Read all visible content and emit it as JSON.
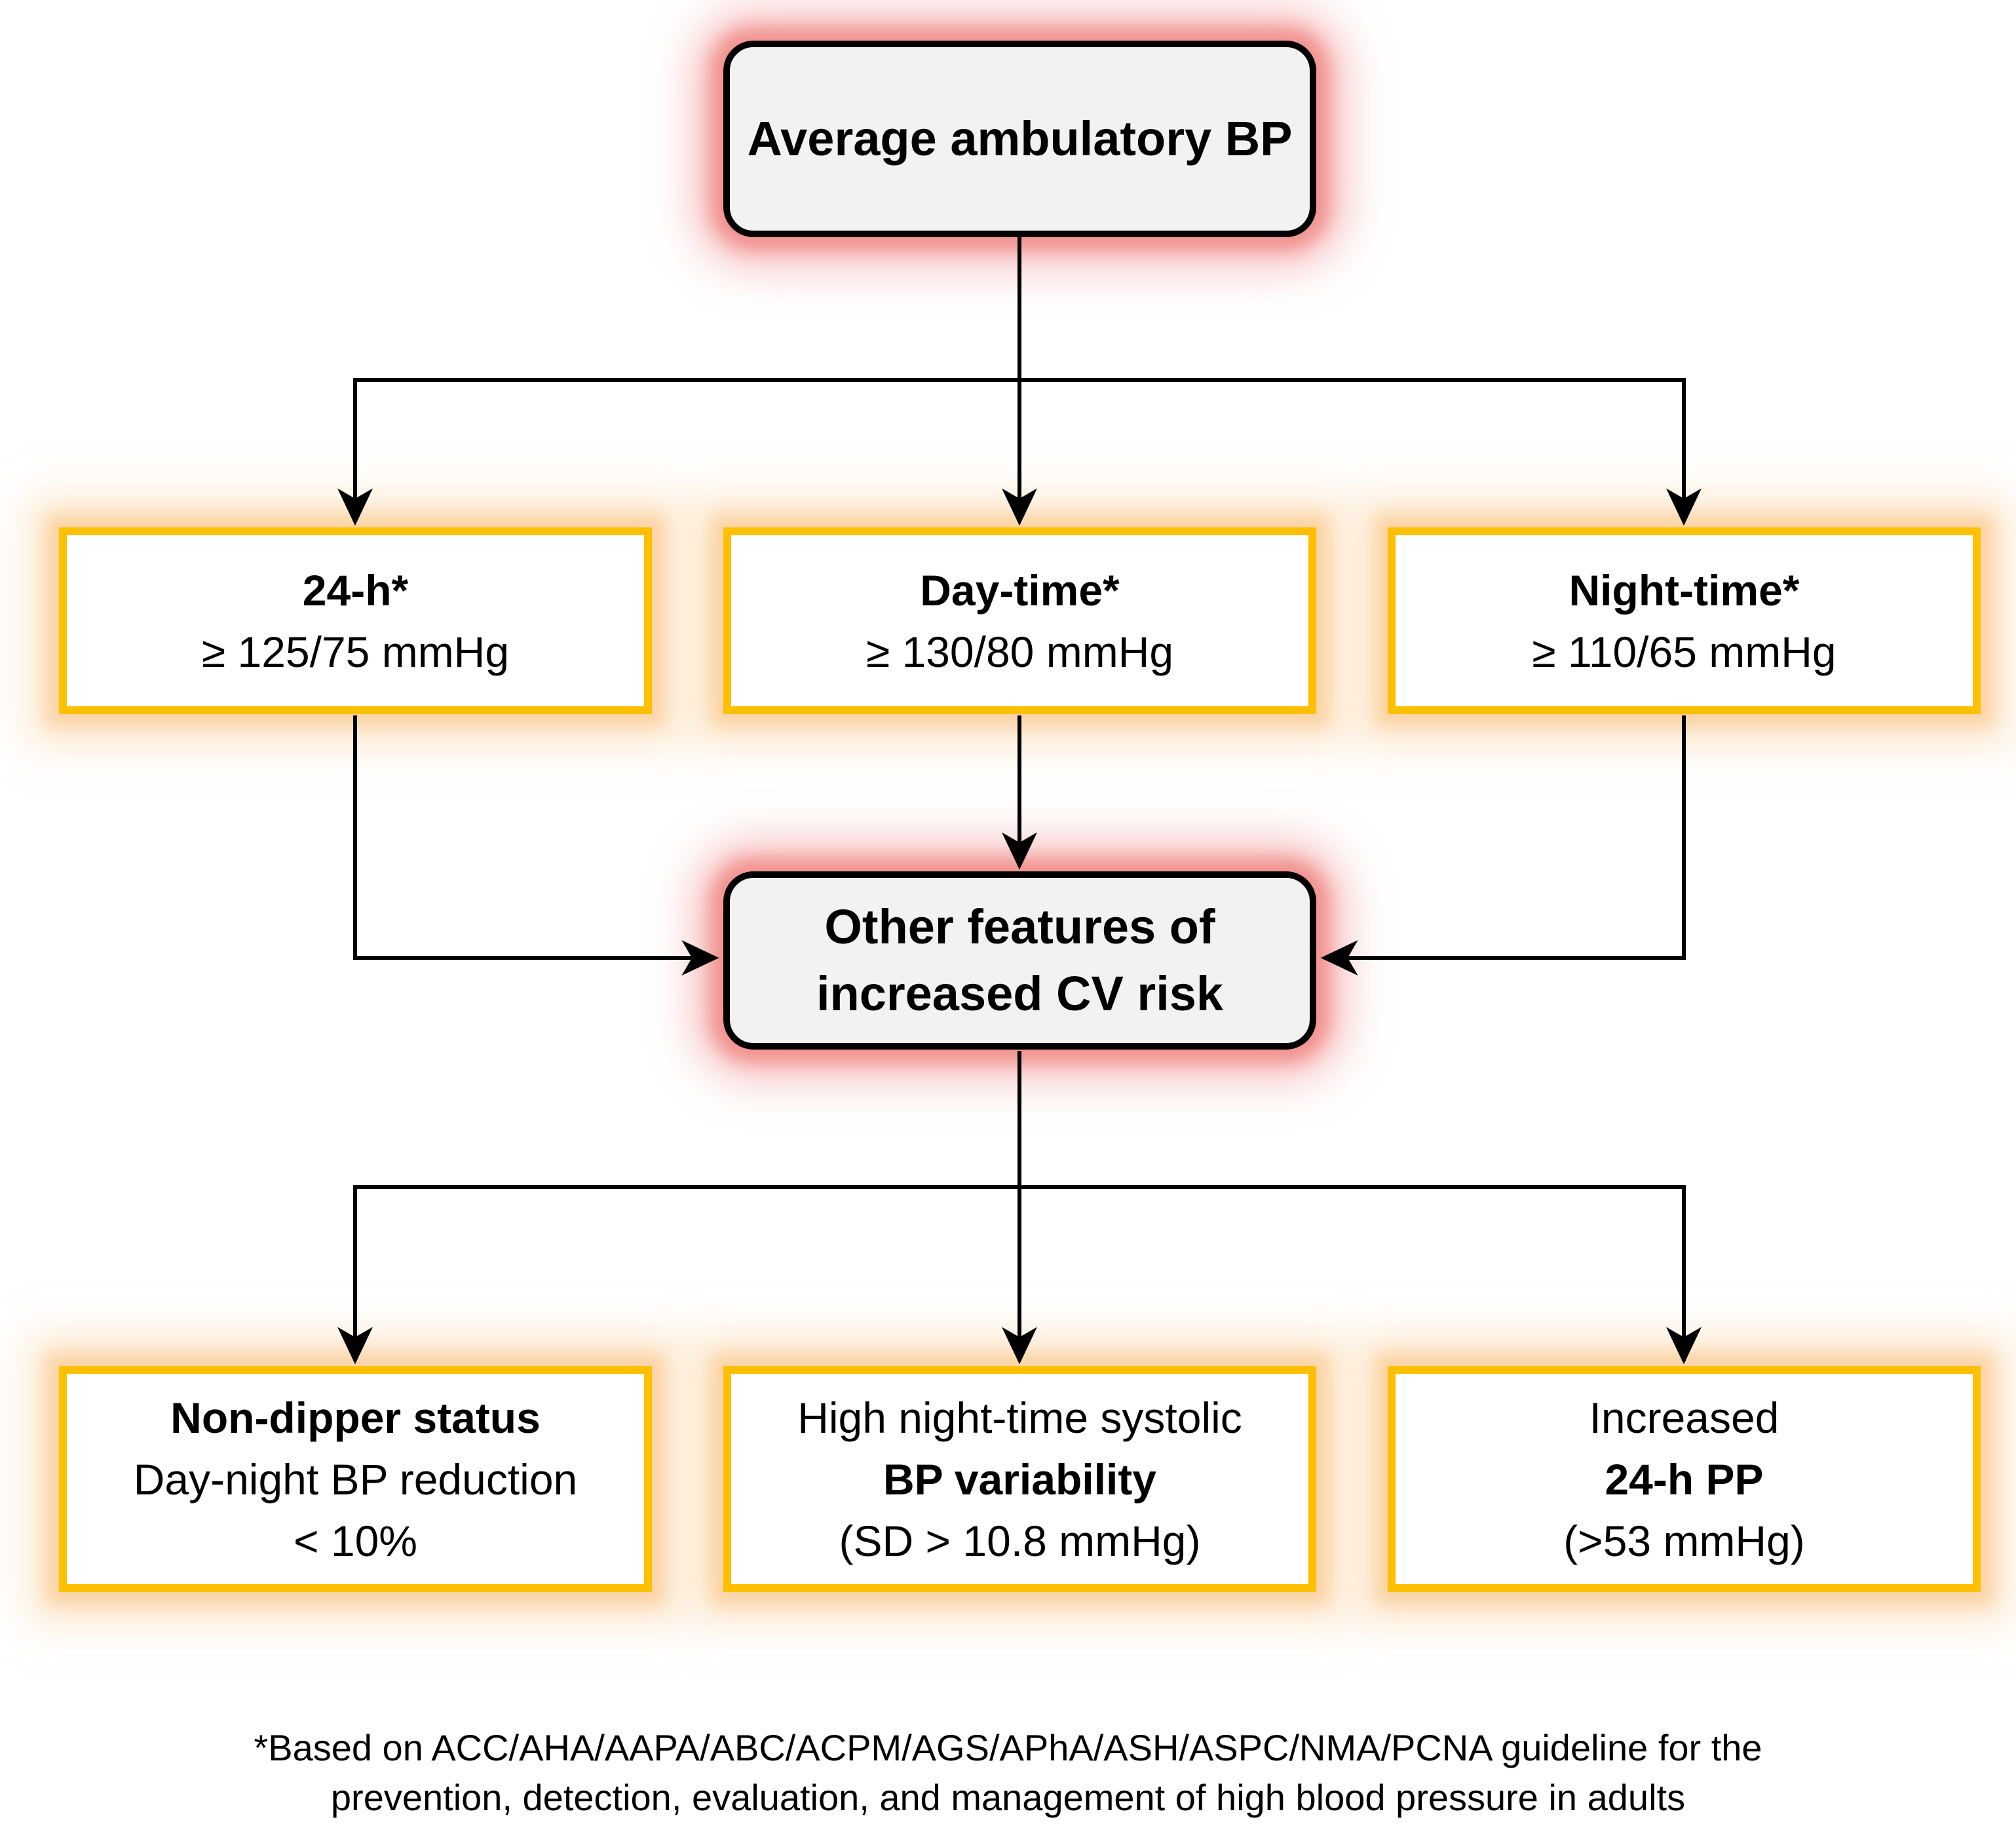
{
  "diagram": {
    "title_box": {
      "label": "Average ambulatory BP"
    },
    "criteria_boxes": [
      {
        "title": "24-h*",
        "value": "≥ 125/75 mmHg"
      },
      {
        "title": "Day-time*",
        "value": "≥ 130/80 mmHg"
      },
      {
        "title": "Night-time*",
        "value": "≥ 110/65 mmHg"
      }
    ],
    "center_box": {
      "line1": "Other features of",
      "line2": "increased CV risk"
    },
    "risk_boxes": [
      {
        "line1": "Non-dipper status",
        "line2": "Day-night BP reduction",
        "line3": "< 10%"
      },
      {
        "line1": "High night-time systolic",
        "line2": "BP variability",
        "line3": "(SD > 10.8 mmHg)"
      },
      {
        "line1": "Increased",
        "line2": "24-h PP",
        "line3": "(>53 mmHg)"
      }
    ],
    "footnote": {
      "line1": "*Based on ACC/AHA/AAPA/ABC/ACPM/AGS/APhA/ASH/ASPC/NMA/PCNA guideline for the",
      "line2": "prevention, detection, evaluation, and management of high blood pressure in adults"
    },
    "colors": {
      "orange_border": "#FFC000",
      "orange_glow": "#FBD3A3",
      "red_glow": "#F1928F",
      "grey_node_fill": "#F2F2F2",
      "node_border": "#000000",
      "connector": "#000000",
      "background": "#FFFFFF"
    }
  }
}
